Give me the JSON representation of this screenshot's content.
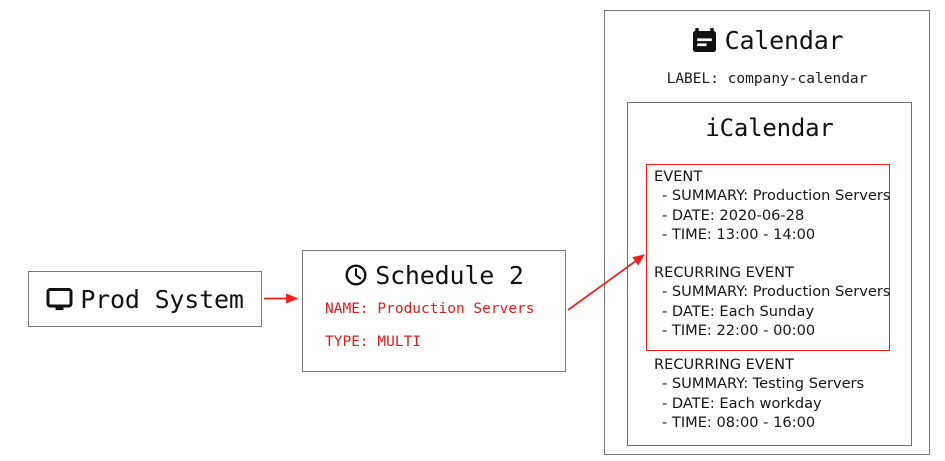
{
  "diagram": {
    "type": "architecture-relationship-diagram",
    "accent_red": "#e01b1b",
    "arrow_red": "#fb1a1a",
    "border_gray": "#7a7a7a"
  },
  "prod_system": {
    "icon": "monitor-icon",
    "title": "Prod System"
  },
  "schedule": {
    "icon": "clock-icon",
    "title": "Schedule 2",
    "attributes": [
      "NAME: Production Servers",
      "TYPE: MULTI"
    ]
  },
  "calendar": {
    "icon": "calendar-icon",
    "title": "Calendar",
    "label_line": "LABEL: company-calendar",
    "icalendar": {
      "title": "iCalendar",
      "events": [
        {
          "heading": "EVENT",
          "lines": [
            "- SUMMARY: Production Servers",
            "- DATE: 2020-06-28",
            "- TIME: 13:00 - 14:00"
          ],
          "highlighted": true
        },
        {
          "heading": "RECURRING EVENT",
          "lines": [
            "- SUMMARY: Production Servers",
            "- DATE: Each Sunday",
            "- TIME: 22:00 - 00:00"
          ],
          "highlighted": true
        },
        {
          "heading": "RECURRING EVENT",
          "lines": [
            "- SUMMARY: Testing Servers",
            "- DATE: Each workday",
            "- TIME: 08:00 - 16:00"
          ],
          "highlighted": false
        }
      ]
    }
  },
  "connections": [
    {
      "name": "prod-system-to-schedule",
      "from": "Prod System",
      "to": "Schedule 2"
    },
    {
      "name": "schedule-to-calendar-events",
      "from": "Schedule 2",
      "to": "iCalendar highlighted events"
    }
  ]
}
